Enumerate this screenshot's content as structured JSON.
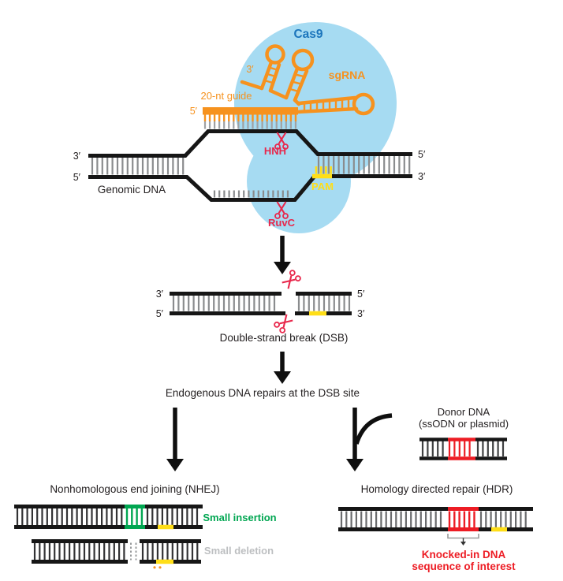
{
  "colors": {
    "cas9_body": "#A6DBF2",
    "cas9_text": "#1B75BC",
    "sgrna_orange": "#F6921E",
    "nuclease_red": "#E8274B",
    "pam_yellow": "#FFDE17",
    "insertion_green": "#00A651",
    "deletion_text_gray": "#BDBFC1",
    "knockin_red": "#ED1C24",
    "dna_black": "#161616"
  },
  "cas9_complex": {
    "cas9_label": "Cas9",
    "sgrna_label": "sgRNA",
    "sgrna_three_prime": "3′",
    "guide_label": "20-nt guide",
    "guide_five_prime": "5′",
    "genomic_dna_label": "Genomic DNA",
    "left_three_prime": "3′",
    "left_five_prime": "5′",
    "right_five_prime": "5′",
    "right_three_prime": "3′",
    "hnh_label": "HNH",
    "ruvc_label": "RuvC",
    "pam_label": "PAM"
  },
  "dsb": {
    "left_three_prime": "3′",
    "left_five_prime": "5′",
    "right_five_prime": "5′",
    "right_three_prime": "3′",
    "caption": "Double-strand break (DSB)"
  },
  "repair": {
    "caption": "Endogenous DNA repairs at the DSB site"
  },
  "donor": {
    "title_line1": "Donor DNA",
    "title_line2": "(ssODN or plasmid)"
  },
  "nhej": {
    "title": "Nonhomologous end joining (NHEJ)",
    "insertion_label": "Small insertion",
    "deletion_label": "Small deletion"
  },
  "hdr": {
    "title": "Homology directed repair (HDR)",
    "knockin_line1": "Knocked-in DNA",
    "knockin_line2": "sequence of interest"
  }
}
